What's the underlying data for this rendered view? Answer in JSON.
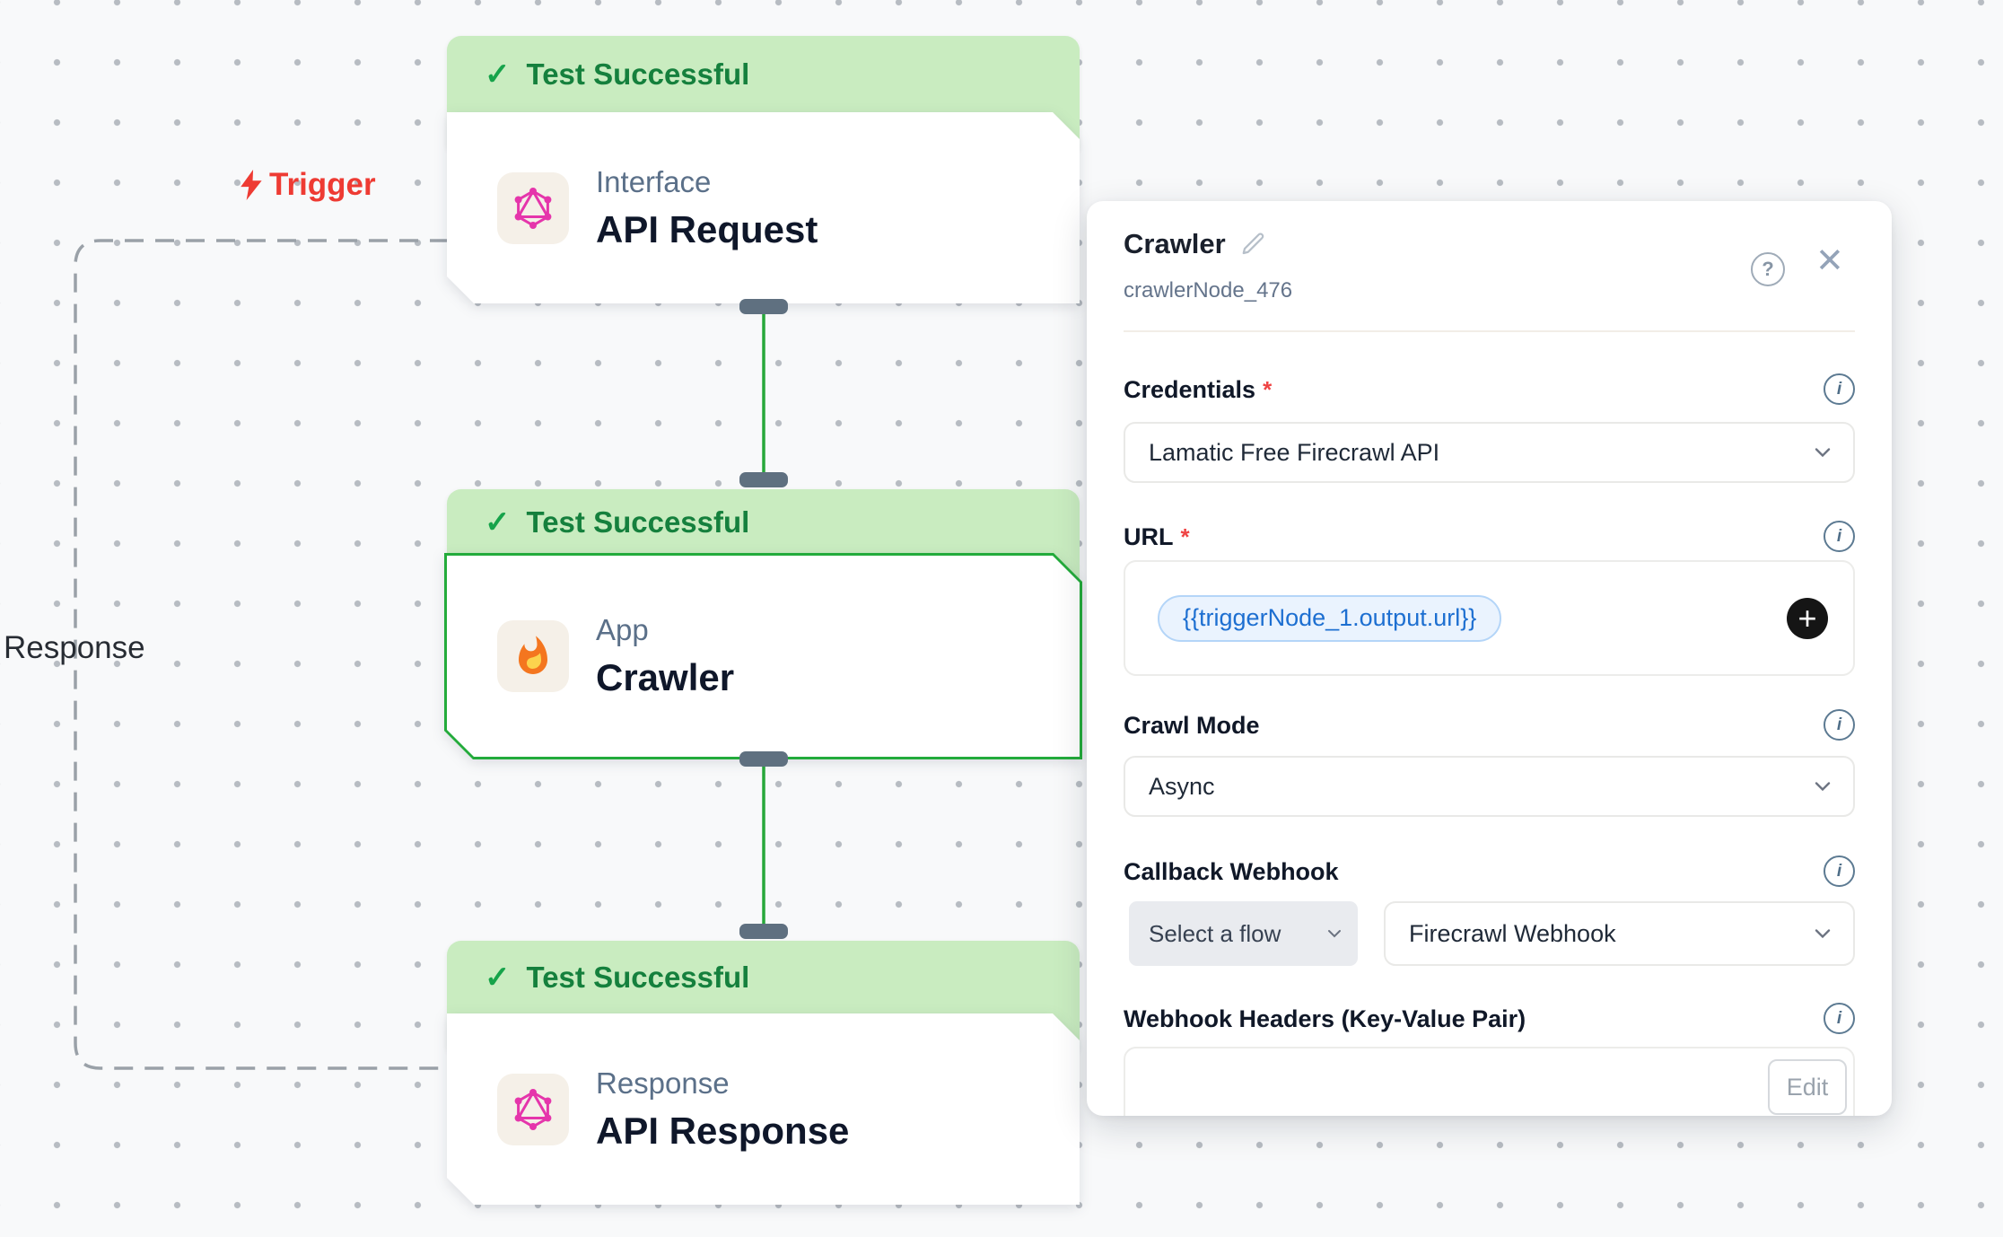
{
  "canvas": {
    "trigger_label": "Trigger",
    "response_label": "Response",
    "nodes": [
      {
        "status": "Test Successful",
        "category": "Interface",
        "title": "API Request",
        "icon": "graphql-icon",
        "selected": false
      },
      {
        "status": "Test Successful",
        "category": "App",
        "title": "Crawler",
        "icon": "fire-icon",
        "selected": true
      },
      {
        "status": "Test Successful",
        "category": "Response",
        "title": "API Response",
        "icon": "graphql-icon",
        "selected": false
      }
    ]
  },
  "panel": {
    "title": "Crawler",
    "node_id": "crawlerNode_476",
    "fields": {
      "credentials": {
        "label": "Credentials",
        "required": true,
        "value": "Lamatic Free Firecrawl API"
      },
      "url": {
        "label": "URL",
        "required": true,
        "chip": "{{triggerNode_1.output.url}}"
      },
      "crawl_mode": {
        "label": "Crawl Mode",
        "value": "Async"
      },
      "callback_webhook": {
        "label": "Callback Webhook",
        "flow_select": "Select a flow",
        "value": "Firecrawl Webhook"
      },
      "webhook_headers": {
        "label": "Webhook Headers (Key-Value Pair)",
        "edit_label": "Edit"
      }
    }
  },
  "icons": {
    "check": "✓",
    "close": "✕",
    "help": "?",
    "info": "i",
    "plus": "+",
    "asterisk": "*"
  },
  "colors": {
    "banner_green": "#c9ecc0",
    "status_text_green": "#15803d",
    "selected_border_green": "#23ab3b",
    "edge_green": "#27a83a",
    "trigger_red": "#ee3b33",
    "chip_text_blue": "#1d6fd1",
    "chip_bg_blue": "#eaf3fe",
    "handle_slate": "#5f7080",
    "graphql_pink": "#e535ab"
  }
}
